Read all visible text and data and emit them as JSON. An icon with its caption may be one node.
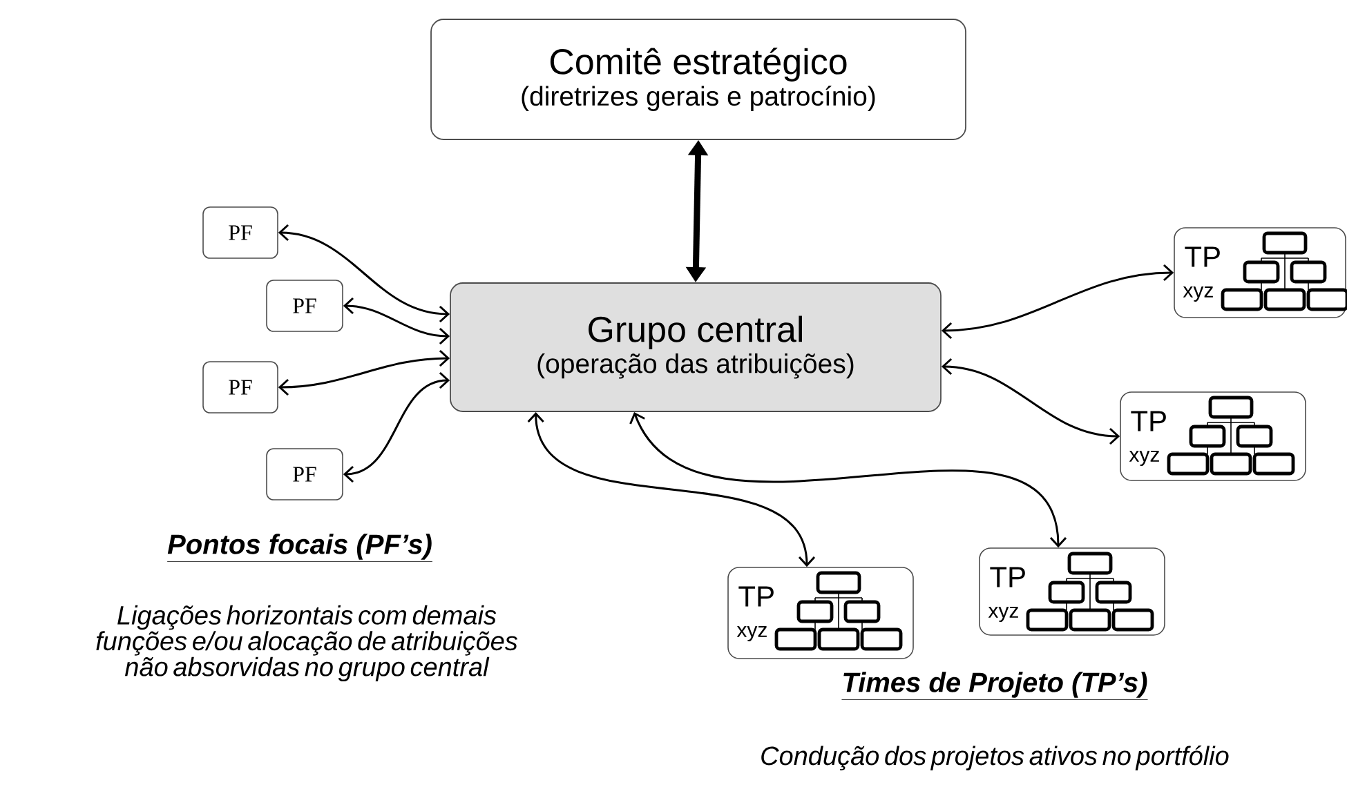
{
  "diagram": {
    "nodes": [
      {
        "text": [
          "Comitê estratégico",
          "(diretrizes gerais e patrocínio)"
        ]
      },
      {
        "text": [
          "Grupo central",
          "(operação das atribuições)"
        ]
      },
      {
        "text": [
          "PF"
        ]
      },
      {
        "text": [
          "PF"
        ]
      },
      {
        "text": [
          "PF"
        ]
      },
      {
        "text": [
          "PF"
        ]
      },
      {
        "text": [
          "TP",
          "xyz"
        ]
      },
      {
        "text": [
          "TP",
          "xyz"
        ]
      },
      {
        "text": [
          "TP",
          "xyz"
        ]
      },
      {
        "text": [
          "TP",
          "xyz"
        ]
      }
    ],
    "edges": [
      {
        "from": 0,
        "to": 1,
        "arrow": "both",
        "style": "thick"
      },
      {
        "from": 1,
        "to": 2,
        "arrow": "both"
      },
      {
        "from": 1,
        "to": 3,
        "arrow": "both"
      },
      {
        "from": 1,
        "to": 4,
        "arrow": "both"
      },
      {
        "from": 1,
        "to": 5,
        "arrow": "both"
      },
      {
        "from": 1,
        "to": 6,
        "arrow": "both"
      },
      {
        "from": 1,
        "to": 7,
        "arrow": "both"
      },
      {
        "from": 1,
        "to": 8,
        "arrow": "both"
      },
      {
        "from": 1,
        "to": 9,
        "arrow": "both"
      }
    ],
    "labels": [
      "Pontos focais (PF’s)",
      "Ligações horizontais com demais funções e/ou alocação de atribuições não absorvidas no grupo central",
      "Times de Projeto (TP’s)",
      "Condução dos projetos ativos no portfólio"
    ]
  }
}
